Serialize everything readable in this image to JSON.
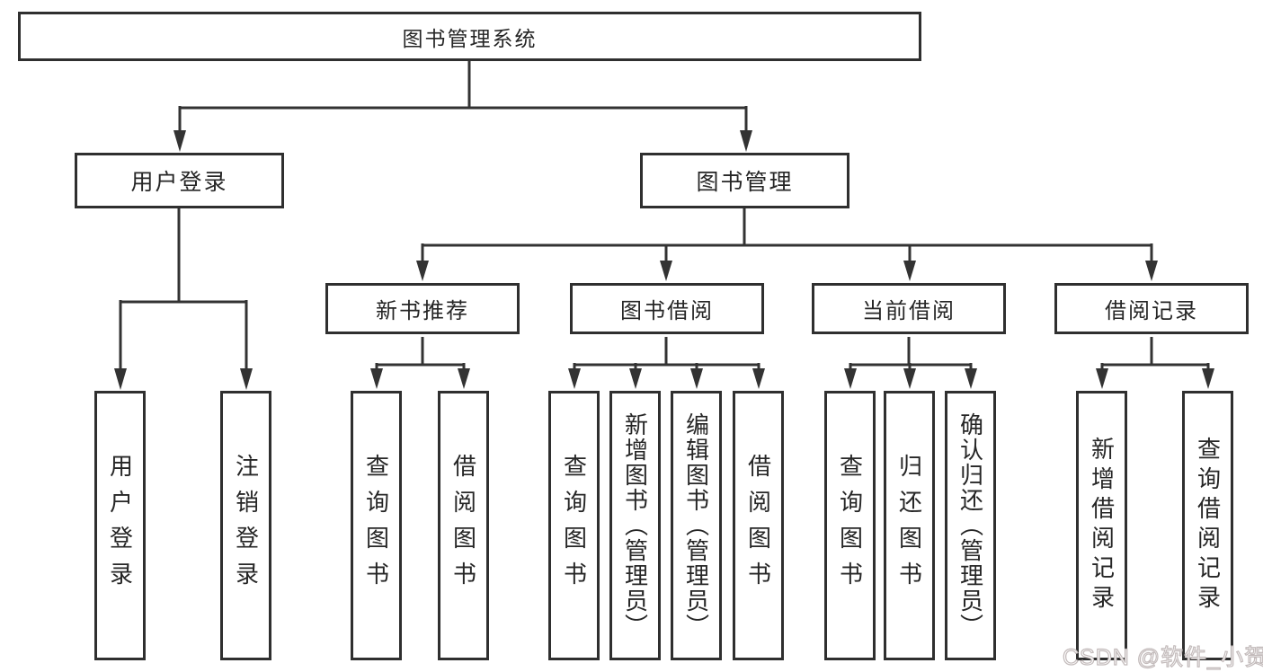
{
  "diagram_type": "tree",
  "tree": {
    "label": "图书管理系统",
    "children": [
      {
        "label": "用户登录",
        "children": [
          {
            "label": "用户登录"
          },
          {
            "label": "注销登录"
          }
        ]
      },
      {
        "label": "图书管理",
        "children": [
          {
            "label": "新书推荐",
            "children": [
              {
                "label": "查询图书"
              },
              {
                "label": "借阅图书"
              }
            ]
          },
          {
            "label": "图书借阅",
            "children": [
              {
                "label": "查询图书"
              },
              {
                "label": "新增图书（管理员）"
              },
              {
                "label": "编辑图书（管理员）"
              },
              {
                "label": "借阅图书"
              }
            ]
          },
          {
            "label": "当前借阅",
            "children": [
              {
                "label": "查询图书"
              },
              {
                "label": "归还图书"
              },
              {
                "label": "确认归还（管理员）"
              }
            ]
          },
          {
            "label": "借阅记录",
            "children": [
              {
                "label": "新增借阅记录"
              },
              {
                "label": "查询借阅记录"
              }
            ]
          }
        ]
      }
    ]
  },
  "watermark": {
    "text": "CSDN @软件_小贺同学"
  },
  "colors": {
    "line": "#333333",
    "box_border": "#2f2f2f",
    "text": "#262626",
    "background": "#ffffff",
    "watermark_fill": "#ffffff",
    "watermark_outline": "#c3bbbb"
  }
}
